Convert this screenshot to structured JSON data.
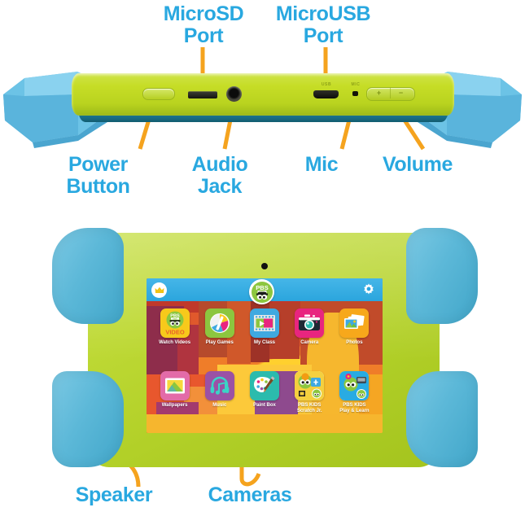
{
  "diagram": {
    "title": "PBS KIDS Playtime Pad Tablet Feature Callouts",
    "accent_blue": "#29A8E0",
    "accent_orange": "#F5A31E",
    "body_green": "#BED935",
    "bumper_blue": "#5CB8D8",
    "callouts": [
      {
        "id": "microsd",
        "label": "MicroSD\nPort"
      },
      {
        "id": "microusb",
        "label": "MicroUSB\nPort"
      },
      {
        "id": "power",
        "label": "Power\nButton"
      },
      {
        "id": "audio",
        "label": "Audio\nJack"
      },
      {
        "id": "mic",
        "label": "Mic"
      },
      {
        "id": "volume",
        "label": "Volume"
      },
      {
        "id": "speaker",
        "label": "Speaker"
      },
      {
        "id": "cameras",
        "label": "Cameras"
      }
    ]
  },
  "top_view": {
    "hardware": {
      "usb_tag": "USB",
      "mic_tag": "MIC",
      "volume_up": "+",
      "volume_down": "−"
    }
  },
  "screen": {
    "statusbar": {
      "crown_icon": "crown-icon",
      "brand_badge": "pbs-kids-logo",
      "brand_line1": "PBS",
      "brand_line2": "KIDS",
      "settings_icon": "gear-icon"
    },
    "apps": [
      {
        "label": "Watch Videos",
        "icon": "pbs-kids-video-icon",
        "tile_color": "#F7C91B",
        "badge": "VIDEO"
      },
      {
        "label": "Play Games",
        "icon": "pinwheel-icon",
        "tile_color": "#8CC63F"
      },
      {
        "label": "My Class",
        "icon": "film-strip-icon",
        "tile_color": "#3FA9E0"
      },
      {
        "label": "Camera",
        "icon": "camera-icon",
        "tile_color": "#E8257F"
      },
      {
        "label": "Photos",
        "icon": "photos-icon",
        "tile_color": "#F7A81B"
      },
      {
        "label": "Wallpapers",
        "icon": "picture-frame-icon",
        "tile_color": "#E36BA8"
      },
      {
        "label": "Music",
        "icon": "headphones-note-icon",
        "tile_color": "#9B51A5"
      },
      {
        "label": "Paint Box",
        "icon": "palette-brush-icon",
        "tile_color": "#2BBBAD"
      },
      {
        "label": "PBS KIDS\nScratch Jr.",
        "icon": "scratch-jr-icon",
        "tile_color": "#F4D03F"
      },
      {
        "label": "PBS KIDS\nPlay & Learn",
        "icon": "play-learn-icon",
        "tile_color": "#29ABE2"
      }
    ]
  }
}
